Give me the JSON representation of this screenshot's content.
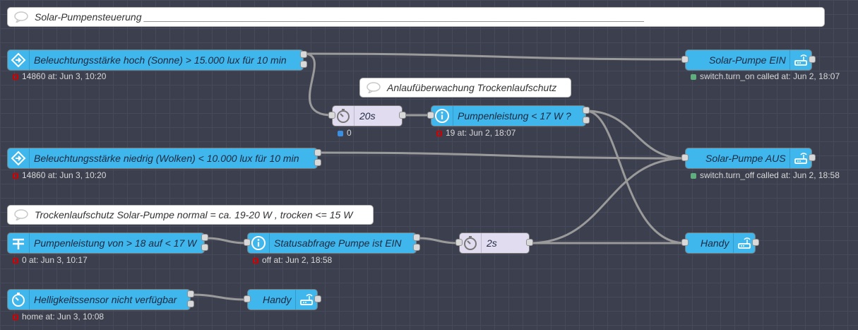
{
  "comments": [
    {
      "id": "c1",
      "text": "Solar-Pumpensteuerung ___________________________________________________________________________________________"
    },
    {
      "id": "c2",
      "text": "Anlaufüberwachung Trockenlaufschutz"
    },
    {
      "id": "c3",
      "text": "Trockenlaufschutz Solar-Pumpe normal = ca. 19-20 W , trocken <= 15 W"
    }
  ],
  "nodes": {
    "n1": {
      "label": "Beleuchtungsstärke hoch (Sonne) > 15.000 lux für 10 min",
      "icon": "arrow-right-icon",
      "status": "14860 at: Jun 3, 10:20"
    },
    "n2": {
      "label": "Solar-Pumpe EIN",
      "icon": "router-icon",
      "status": "switch.turn_on called at: Jun 2, 18:07"
    },
    "n3": {
      "label": "20s",
      "icon": "timer-icon",
      "status": "0"
    },
    "n4": {
      "label": "Pumpenleistung < 17 W ?",
      "icon": "info-icon",
      "status": "19 at: Jun 2, 18:07"
    },
    "n5": {
      "label": "Beleuchtungsstärke niedrig (Wolken) < 10.000 lux für 10 min",
      "icon": "arrow-right-icon",
      "status": "14860 at: Jun 3, 10:20"
    },
    "n6": {
      "label": "Solar-Pumpe AUS",
      "icon": "router-icon",
      "status": "switch.turn_off called at: Jun 2, 18:58"
    },
    "n7": {
      "label": "Pumpenleistung von > 18 auf < 17 W",
      "icon": "signpost-icon",
      "status": "0 at: Jun 3, 10:17"
    },
    "n8": {
      "label": "Statusabfrage Pumpe ist EIN",
      "icon": "info-icon",
      "status": "off at: Jun 2, 18:58"
    },
    "n9": {
      "label": "2s",
      "icon": "timer-icon",
      "status": ""
    },
    "n10": {
      "label": "Handy",
      "icon": "router-icon",
      "status": ""
    },
    "n11": {
      "label": "Helligkeitssensor nicht verfügbar",
      "icon": "timer-icon",
      "status": "home at: Jun 3, 10:08"
    },
    "n12": {
      "label": "Handy",
      "icon": "router-icon",
      "status": ""
    }
  },
  "colors": {
    "canvas": "#3c3f4e",
    "node_blue": "#3fb6ec",
    "node_lilac": "#e2dcf0",
    "wire": "#9a9a9a",
    "status_red": "#d00000",
    "status_green": "#5fae7d",
    "status_blue": "#3b8fe0"
  }
}
